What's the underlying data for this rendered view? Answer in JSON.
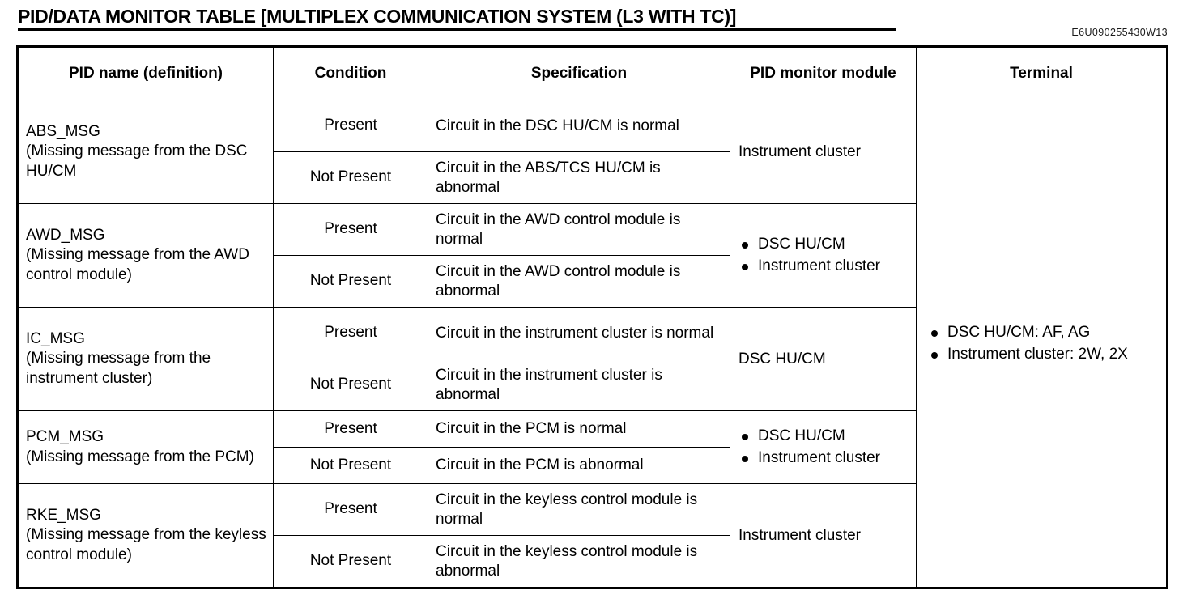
{
  "document": {
    "title": "PID/DATA MONITOR TABLE [MULTIPLEX COMMUNICATION SYSTEM (L3 WITH TC)]",
    "code": "E6U090255430W13"
  },
  "table": {
    "headers": {
      "pid_name": "PID name (definition)",
      "condition": "Condition",
      "specification": "Specification",
      "pid_monitor_module": "PID monitor module",
      "terminal": "Terminal"
    },
    "rows": [
      {
        "pid_name": "ABS_MSG",
        "pid_definition": "(Missing message from the DSC HU/CM",
        "conditions": [
          {
            "condition": "Present",
            "specification": "Circuit in the DSC HU/CM is normal"
          },
          {
            "condition": "Not Present",
            "specification": "Circuit in the ABS/TCS HU/CM is abnormal"
          }
        ],
        "module_text": "Instrument cluster",
        "module_bullets": []
      },
      {
        "pid_name": "AWD_MSG",
        "pid_definition": "(Missing message from the AWD control module)",
        "conditions": [
          {
            "condition": "Present",
            "specification": "Circuit in the AWD control module is normal"
          },
          {
            "condition": "Not Present",
            "specification": "Circuit in the AWD control module is abnormal"
          }
        ],
        "module_text": "",
        "module_bullets": [
          "DSC HU/CM",
          "Instrument cluster"
        ]
      },
      {
        "pid_name": "IC_MSG",
        "pid_definition": "(Missing message from the instrument cluster)",
        "conditions": [
          {
            "condition": "Present",
            "specification": "Circuit in the instrument cluster is normal"
          },
          {
            "condition": "Not Present",
            "specification": "Circuit in the instrument cluster is abnormal"
          }
        ],
        "module_text": "DSC HU/CM",
        "module_bullets": []
      },
      {
        "pid_name": "PCM_MSG",
        "pid_definition": "(Missing message from the PCM)",
        "conditions": [
          {
            "condition": "Present",
            "specification": "Circuit in the PCM is normal"
          },
          {
            "condition": "Not Present",
            "specification": "Circuit in the PCM is abnormal"
          }
        ],
        "module_text": "",
        "module_bullets": [
          "DSC HU/CM",
          "Instrument cluster"
        ]
      },
      {
        "pid_name": "RKE_MSG",
        "pid_definition": "(Missing message from the keyless control module)",
        "conditions": [
          {
            "condition": "Present",
            "specification": "Circuit in the keyless control module is normal"
          },
          {
            "condition": "Not Present",
            "specification": "Circuit in the keyless control module is abnormal"
          }
        ],
        "module_text": "Instrument cluster",
        "module_bullets": []
      }
    ],
    "terminal_bullets": [
      "DSC HU/CM: AF, AG",
      "Instrument cluster: 2W, 2X"
    ]
  }
}
